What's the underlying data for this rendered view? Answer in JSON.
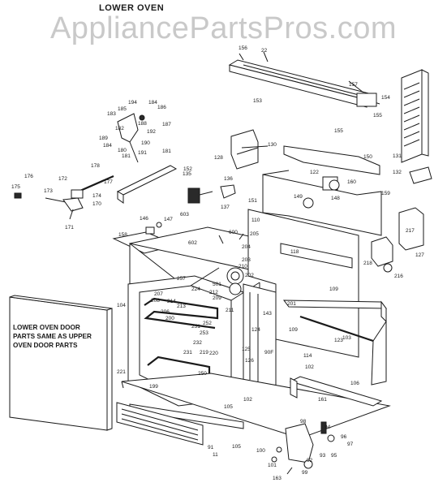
{
  "title": "LOWER OVEN",
  "watermark": "AppliancePartsPros.com",
  "door_note": [
    "LOWER OVEN DOOR",
    "PARTS SAME AS UPPER",
    "OVEN DOOR PARTS"
  ],
  "part_labels": [
    "22",
    "156",
    "157",
    "153",
    "154",
    "155",
    "155",
    "194",
    "185",
    "184",
    "186",
    "183",
    "192",
    "187",
    "182",
    "188",
    "189",
    "181",
    "180",
    "191",
    "184",
    "190",
    "181",
    "178",
    "176",
    "172",
    "173",
    "177",
    "175",
    "174",
    "170",
    "171",
    "152",
    "130",
    "128",
    "150",
    "131",
    "132",
    "135",
    "136",
    "137",
    "122",
    "160",
    "148",
    "149",
    "159",
    "151",
    "146",
    "147",
    "603",
    "127",
    "158",
    "602",
    "600",
    "205",
    "110",
    "217",
    "204",
    "118",
    "203",
    "216",
    "218",
    "210",
    "202",
    "257",
    "501",
    "224",
    "212",
    "209",
    "207",
    "208",
    "214",
    "213",
    "211",
    "104",
    "200",
    "206",
    "251",
    "252",
    "253",
    "143",
    "201",
    "109",
    "232",
    "231",
    "219",
    "220",
    "124",
    "250",
    "221",
    "109",
    "123",
    "125",
    "126",
    "90F",
    "114",
    "102",
    "103",
    "199",
    "106",
    "102",
    "105",
    "161",
    "98",
    "94",
    "96",
    "105",
    "97",
    "100",
    "93",
    "92",
    "95",
    "101",
    "91",
    "99",
    "163",
    "11"
  ]
}
